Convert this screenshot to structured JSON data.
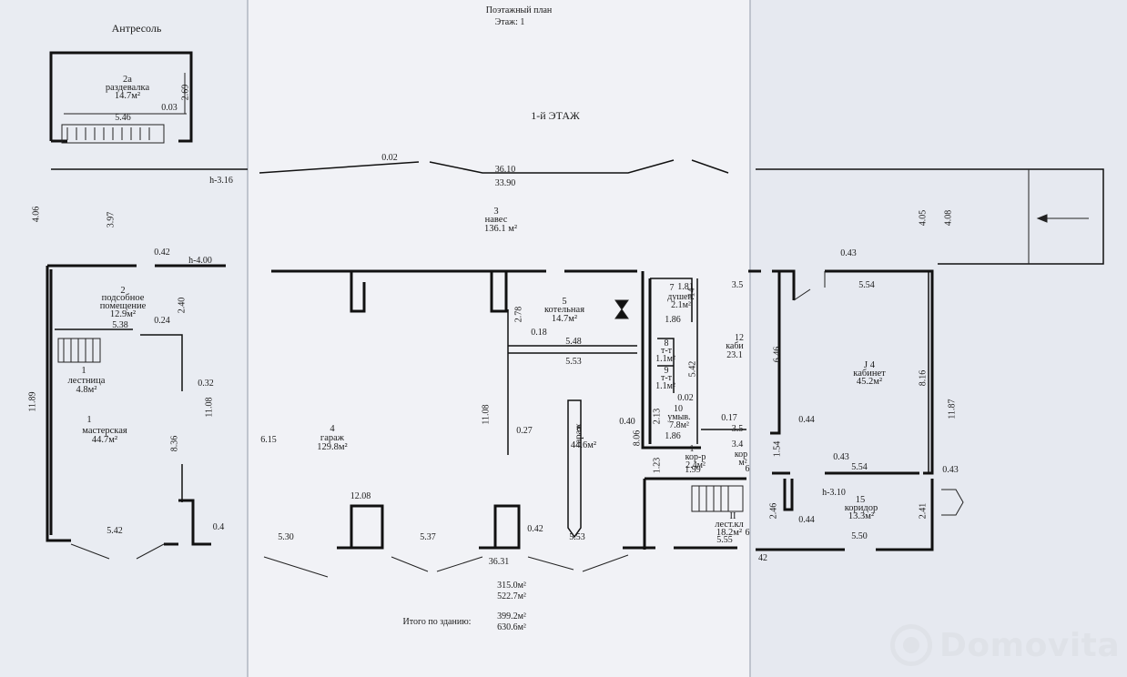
{
  "header": {
    "plan_title": "Поэтажный план",
    "floor": "Этаж: 1",
    "floor_heading": "1-й ЭТАЖ"
  },
  "mezzanine": {
    "title": "Антресоль",
    "room_no": "2а",
    "room_name": "раздевалка",
    "room_area": "14.7м²",
    "dim_5_46": "5.46",
    "dim_0_03": "0.03",
    "dim_2_69": "2.69"
  },
  "canopy": {
    "no": "3",
    "name": "навес",
    "area": "136.1 м²"
  },
  "rooms": [
    {
      "no": "1",
      "name": "мастерская",
      "area": "44.7м²"
    },
    {
      "no": "1",
      "name": "лестница",
      "area": "4.8м²"
    },
    {
      "no": "2",
      "name": "подсобное",
      "name2": "помещение",
      "area": "12.9м²"
    },
    {
      "no": "4",
      "name": "гараж",
      "area": "129.8м²"
    },
    {
      "no": "5",
      "name": "котельная",
      "area": "14.7м²"
    },
    {
      "no": "6",
      "name": "гараж",
      "area": "44.6м²"
    },
    {
      "no": "7",
      "name": "душев.",
      "area": "2.1м²"
    },
    {
      "no": "8",
      "name": "т-т",
      "area": "1.1м²"
    },
    {
      "no": "9",
      "name": "т-т",
      "area": "1.1м²"
    },
    {
      "no": "10",
      "name": "умыв.",
      "area": "7.8м²"
    },
    {
      "no": "1",
      "name": "кор-р",
      "area": "2.4м²"
    },
    {
      "no": "12",
      "name": "каби",
      "area": "23.1"
    },
    {
      "no": "J 4",
      "name": "кабинет",
      "area": "45.2м²"
    },
    {
      "no": "15",
      "name": "коридор",
      "area": "13.3м²"
    },
    {
      "no": "II",
      "name": "лест.кл",
      "area": "18.2м²"
    },
    {
      "no": "",
      "name": "кор",
      "area": "м²"
    }
  ],
  "dims": {
    "d0_02": "0.02",
    "d36_10": "36.10",
    "d33_90": "33.90",
    "d4_06": "4.06",
    "d3_97": "3.97",
    "d4_05": "4.05",
    "d4_08": "4.08",
    "d0_42a": "0.42",
    "h4_00": "h-4.00",
    "h3_16": "h-3.16",
    "d0_43a": "0.43",
    "d5_54a": "5.54",
    "d2_40": "2.40",
    "d5_38": "5.38",
    "d0_24": "0.24",
    "d0_32": "0.32",
    "d11_08a": "11.08",
    "d11_89": "11.89",
    "d8_36": "8.36",
    "d5_42a": "5.42",
    "d0_4x": "0.4",
    "d6_15": "6.15",
    "d5_30": "5.30",
    "d12_08": "12.08",
    "d5_37": "5.37",
    "d2_78": "2.78",
    "d0_18": "0.18",
    "d5_48": "5.48",
    "d5_53a": "5.53",
    "d11_08b": "11.08",
    "d0_27": "0.27",
    "d0_42b": "0.42",
    "d36_31": "36.31",
    "d5_53b": "5.53",
    "d1_81": "1.81",
    "d14": "14",
    "d1_86a": "1.86",
    "d5_42b": "5.42",
    "d0_02b": "0.02",
    "d0_40": "0.40",
    "d2_13": "2.13",
    "d1_86b": "1.86",
    "d8_06": "8.06",
    "d1_23": "1.23",
    "d1_99": "1.99",
    "d0_17": "0.17",
    "d3_5a": "3.5",
    "d3_5b": "3.5",
    "d3_4": "3.4",
    "d6_46": "6.46",
    "d8_16": "8.16",
    "d11_87": "11.87",
    "d0_44a": "0.44",
    "d1_54": "1.54",
    "d0_43b": "0.43",
    "d5_54b": "5.54",
    "d0_43c": "0.43",
    "h3_10": "h-3.10",
    "d2_46": "2.46",
    "d0_44b": "0.44",
    "d2_41": "2.41",
    "d5_50": "5.50",
    "d5_55": "5.55",
    "d42": "42",
    "d6a": "6",
    "d6b": "6"
  },
  "totals": {
    "a1": "315.0м²",
    "a2": "522.7м²",
    "label": "Итого по зданию:",
    "b1": "399.2м²",
    "b2": "630.6м²"
  },
  "brand": {
    "name": "Domovita"
  }
}
